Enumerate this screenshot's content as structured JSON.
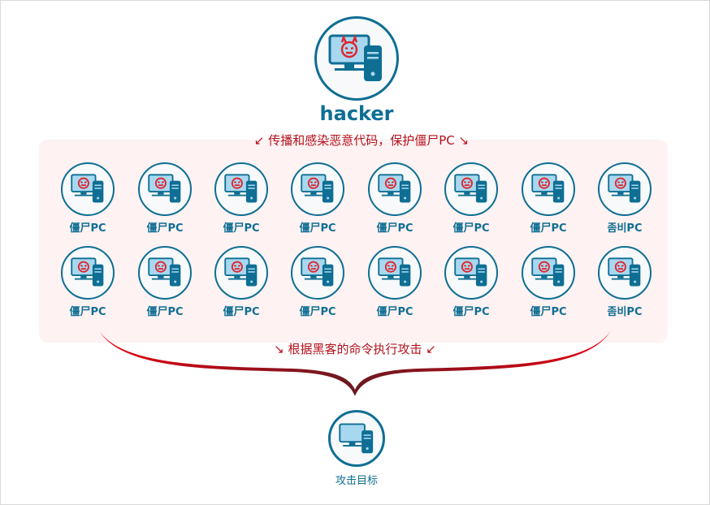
{
  "hacker": {
    "label": "hacker",
    "icon": "hacker-pc-icon"
  },
  "caption_top": "↙ 传播和感染恶意代码，保护僵尸PC ↘",
  "caption_bottom": "↘ 根据黑客的命令执行攻击 ↙",
  "zombies": {
    "row1": [
      "僵尸PC",
      "僵尸PC",
      "僵尸PC",
      "僵尸PC",
      "僵尸PC",
      "僵尸PC",
      "僵尸PC",
      "좀비PC"
    ],
    "row2": [
      "僵尸PC",
      "僵尸PC",
      "僵尸PC",
      "僵尸PC",
      "僵尸PC",
      "僵尸PC",
      "僵尸PC",
      "좀비PC"
    ]
  },
  "target": {
    "label": "攻击目标",
    "icon": "target-pc-icon"
  },
  "colors": {
    "primary": "#0f6e93",
    "screen": "#a8d8f0",
    "devil": "#e0252f",
    "caption": "#b4101b",
    "panel": "#fff2f3"
  }
}
